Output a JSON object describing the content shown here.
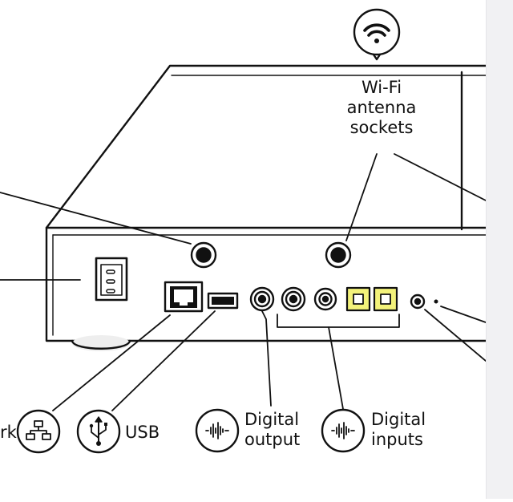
{
  "diagram": {
    "labels": {
      "wifi_line1": "Wi-Fi",
      "wifi_line2": "antenna",
      "wifi_line3": "sockets",
      "network_partial": "rk",
      "usb": "USB",
      "digital_output_line1": "Digital",
      "digital_output_line2": "output",
      "digital_inputs_line1": "Digital",
      "digital_inputs_line2": "inputs"
    },
    "icons": {
      "wifi": "wifi-icon",
      "network": "network-icon",
      "usb": "usb-icon",
      "digital_output": "waveform-icon",
      "digital_inputs": "waveform-icon"
    },
    "colors": {
      "line": "#111111",
      "optical_highlight": "#f3f27a",
      "panel": "#f1f1f3"
    }
  }
}
